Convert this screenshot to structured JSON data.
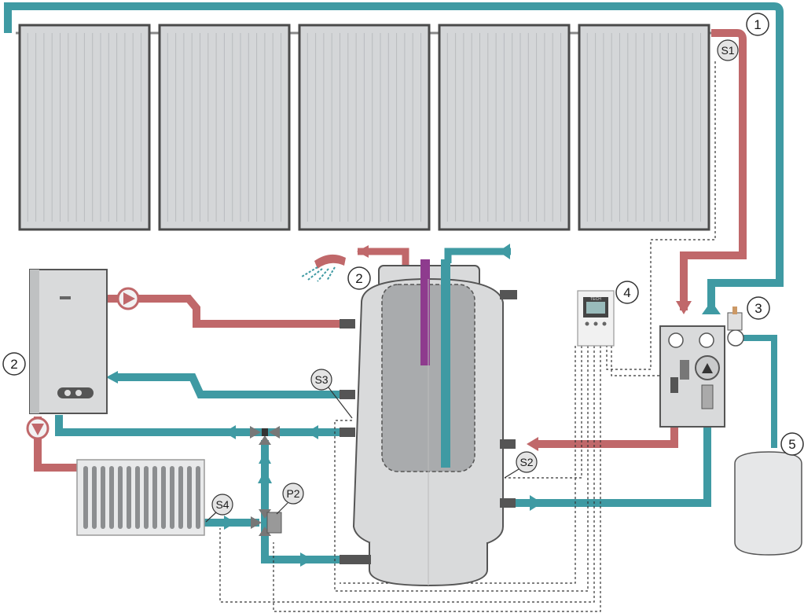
{
  "colors": {
    "hot": "#c0686a",
    "cold": "#3f9aa3",
    "panel_fill": "#d4d6d8",
    "panel_border": "#4a4a4a",
    "tank_fill": "#d9dadb",
    "tank_border": "#555555",
    "coil_purple": "#8e3b8e"
  },
  "callouts": {
    "n1": "1",
    "n2_heater": "2",
    "n2_shower": "2",
    "n3": "3",
    "n4": "4",
    "n5": "5"
  },
  "sensors": {
    "s1": "S1",
    "s2": "S2",
    "s3": "S3",
    "s4": "S4",
    "p2": "P2"
  },
  "controller": {
    "brand": "TECH"
  }
}
